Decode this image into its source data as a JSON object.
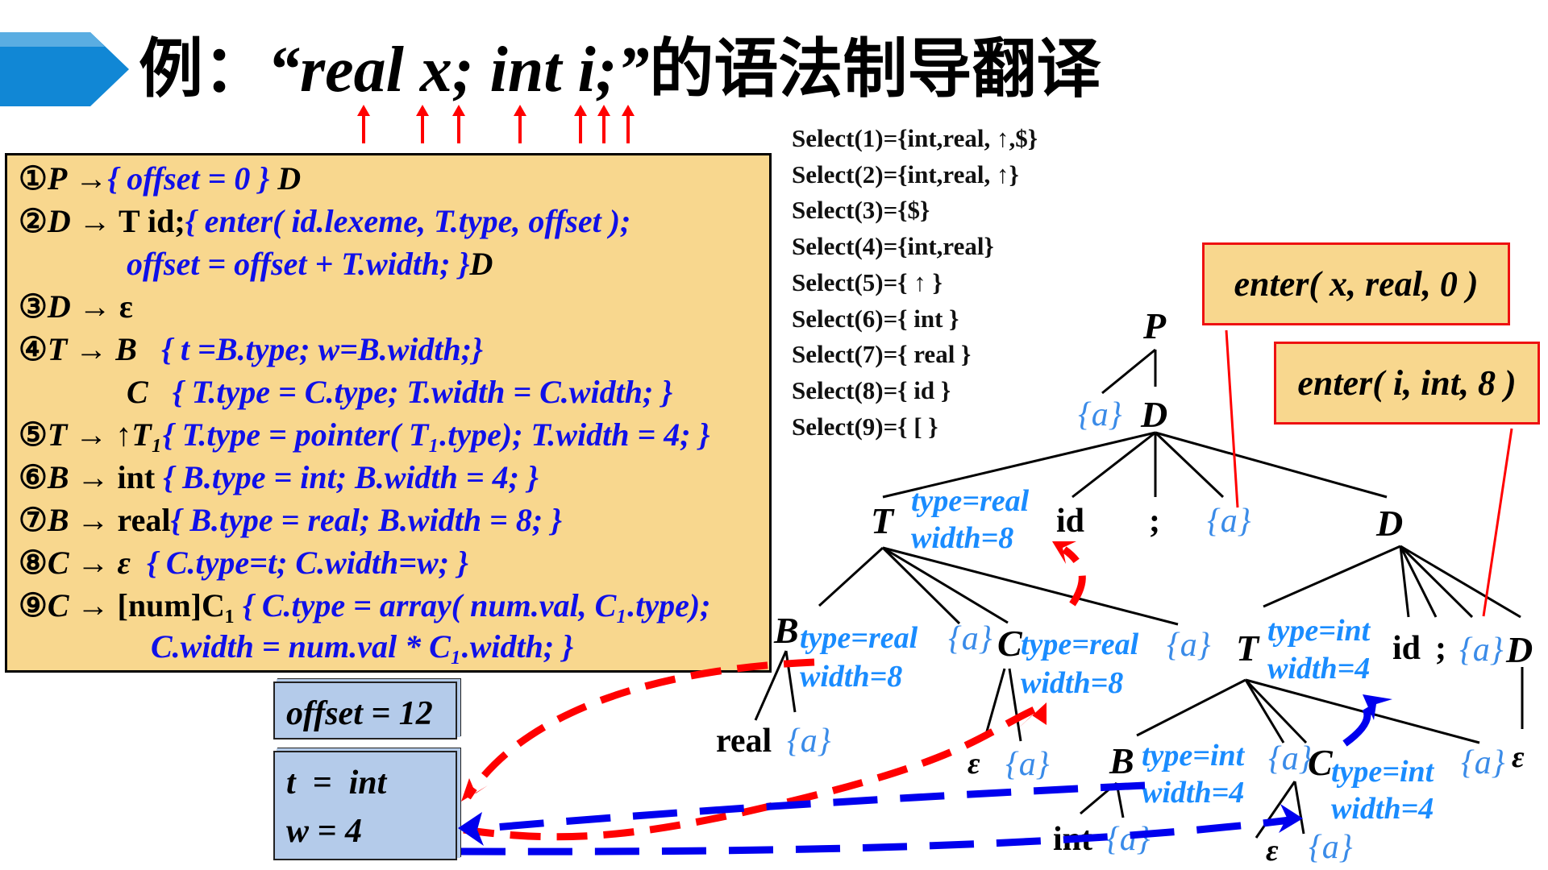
{
  "title": {
    "prefix": "例：",
    "code": "“real x; int i;”",
    "suffix": "的语法制导翻译",
    "accent_color": "#1187d5",
    "pointer_arrow_color": "#ff0000",
    "pointer_arrow_count": 7
  },
  "grammar": {
    "rules": [
      {
        "num": "①",
        "head": "P",
        "body": " →",
        "action": "{ offset = 0 }",
        "tail": " D"
      },
      {
        "num": "②",
        "head": "D",
        "body": " → T id;",
        "action": "{ enter( id.lexeme, T.type, offset );",
        "tail": ""
      },
      {
        "num": "",
        "head": "",
        "body": "",
        "action": "offset = offset + T.width; }",
        "tail": "D"
      },
      {
        "num": "③",
        "head": "D",
        "body": " → ε",
        "action": "",
        "tail": ""
      },
      {
        "num": "④",
        "head": "T",
        "body": " → B",
        "action": "{ t =B.type; w=B.width;}",
        "tail": ""
      },
      {
        "num": "",
        "head": "C",
        "body": "",
        "action": "{ T.type = C.type; T.width = C.width; }",
        "tail": ""
      },
      {
        "num": "⑤",
        "head": "T",
        "body": " → ↑T₁",
        "action": "{ T.type = pointer( T₁.type); T.width = 4; }",
        "tail": ""
      },
      {
        "num": "⑥",
        "head": "B",
        "body": " → int",
        "action": "{ B.type = int; B.width = 4; }",
        "tail": ""
      },
      {
        "num": "⑦",
        "head": "B",
        "body": " → real",
        "action": "{ B.type = real; B.width = 8; }",
        "tail": ""
      },
      {
        "num": "⑧",
        "head": "C",
        "body": " → ε",
        "action": "{ C.type=t; C.width=w; }",
        "tail": ""
      },
      {
        "num": "⑨",
        "head": "C",
        "body": " → [num]C₁",
        "action": "{ C.type = array( num.val, C₁.type);",
        "tail": ""
      },
      {
        "num": "",
        "head": "",
        "body": "",
        "action": "C.width = num.val * C₁.width; }",
        "tail": ""
      }
    ]
  },
  "select_sets": [
    "Select(1)={int,real, ↑,$}",
    "Select(2)={int,real, ↑}",
    "Select(3)={$}",
    "Select(4)={int,real}",
    "Select(5)={ ↑ }",
    "Select(6)={ int }",
    "Select(7)={ real }",
    "Select(8)={ id }",
    "Select(9)={ [ }"
  ],
  "enter_calls": [
    {
      "text": "enter( x, real, 0 )"
    },
    {
      "text": "enter( i, int, 8 )"
    }
  ],
  "variables": {
    "offset": "offset = 12",
    "t": "t  =  int",
    "w": "w = 4"
  },
  "tree": {
    "P": "P",
    "action": "{a}",
    "D": "D",
    "T": "T",
    "id": "id",
    "semi": ";",
    "B": "B",
    "C": "C",
    "real": "real",
    "int": "int",
    "epsilon": "ε",
    "T1_attr": [
      "type=real",
      "width=8"
    ],
    "B1_attr": [
      "type=real",
      "width=8"
    ],
    "C1_attr": [
      "type=real",
      "width=8"
    ],
    "T2_attr": [
      "type=int",
      "width=4"
    ],
    "B2_attr": [
      "type=int",
      "width=4"
    ],
    "C2_attr": [
      "type=int",
      "width=4"
    ]
  },
  "colors": {
    "grammar_bg": "#f8d78e",
    "action_blue": "#1010e8",
    "attr_blue": "#1a8cff",
    "var_box_bg": "#b4cbea",
    "flow_red": "#ff0000",
    "flow_blue": "#0000ee"
  }
}
